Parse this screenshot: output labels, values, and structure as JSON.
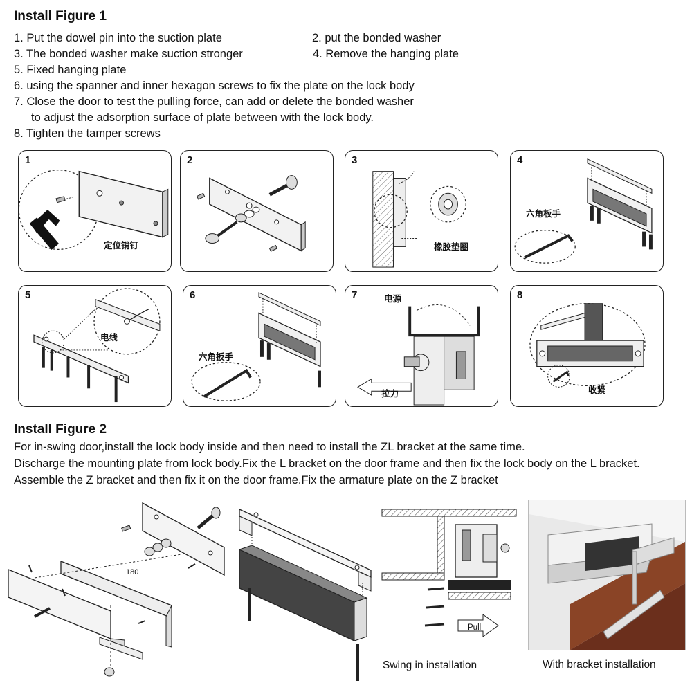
{
  "figure1": {
    "title": "Install Figure 1",
    "steps": [
      "1. Put the dowel pin into the suction plate",
      "2. put the bonded washer",
      "3. The bonded washer make suction stronger",
      "4. Remove the hanging plate",
      "5. Fixed hanging plate",
      "6. using the spanner and inner hexagon screws to fix the plate on the lock body",
      "7. Close the door to test the pulling force, can add or delete the bonded washer",
      "to adjust the adsorption surface of plate between with the lock body.",
      "8. Tighten the tamper screws"
    ],
    "panels": [
      {
        "num": "1",
        "label": "定位销钉"
      },
      {
        "num": "2",
        "label": ""
      },
      {
        "num": "3",
        "label": "橡胶垫圈"
      },
      {
        "num": "4",
        "label": "六角板手"
      },
      {
        "num": "5",
        "label": "电线"
      },
      {
        "num": "6",
        "label": "六角扳手"
      },
      {
        "num": "7",
        "label": "电源",
        "label2": "拉力"
      },
      {
        "num": "8",
        "label": "收紧"
      }
    ]
  },
  "figure2": {
    "title": "Install Figure 2",
    "lines": [
      "For in-swing door,install the lock body inside and then need to install the ZL bracket at the same time.",
      "Discharge the mounting plate from lock body.Fix the L bracket on the door frame and then fix the lock body on the L bracket.",
      "Assemble the Z bracket and then fix it on the door frame.Fix the armature plate on the Z bracket"
    ],
    "dimension": "180",
    "pull_label": "Pull",
    "captions": [
      "Swing in installation",
      "With bracket installation"
    ]
  }
}
